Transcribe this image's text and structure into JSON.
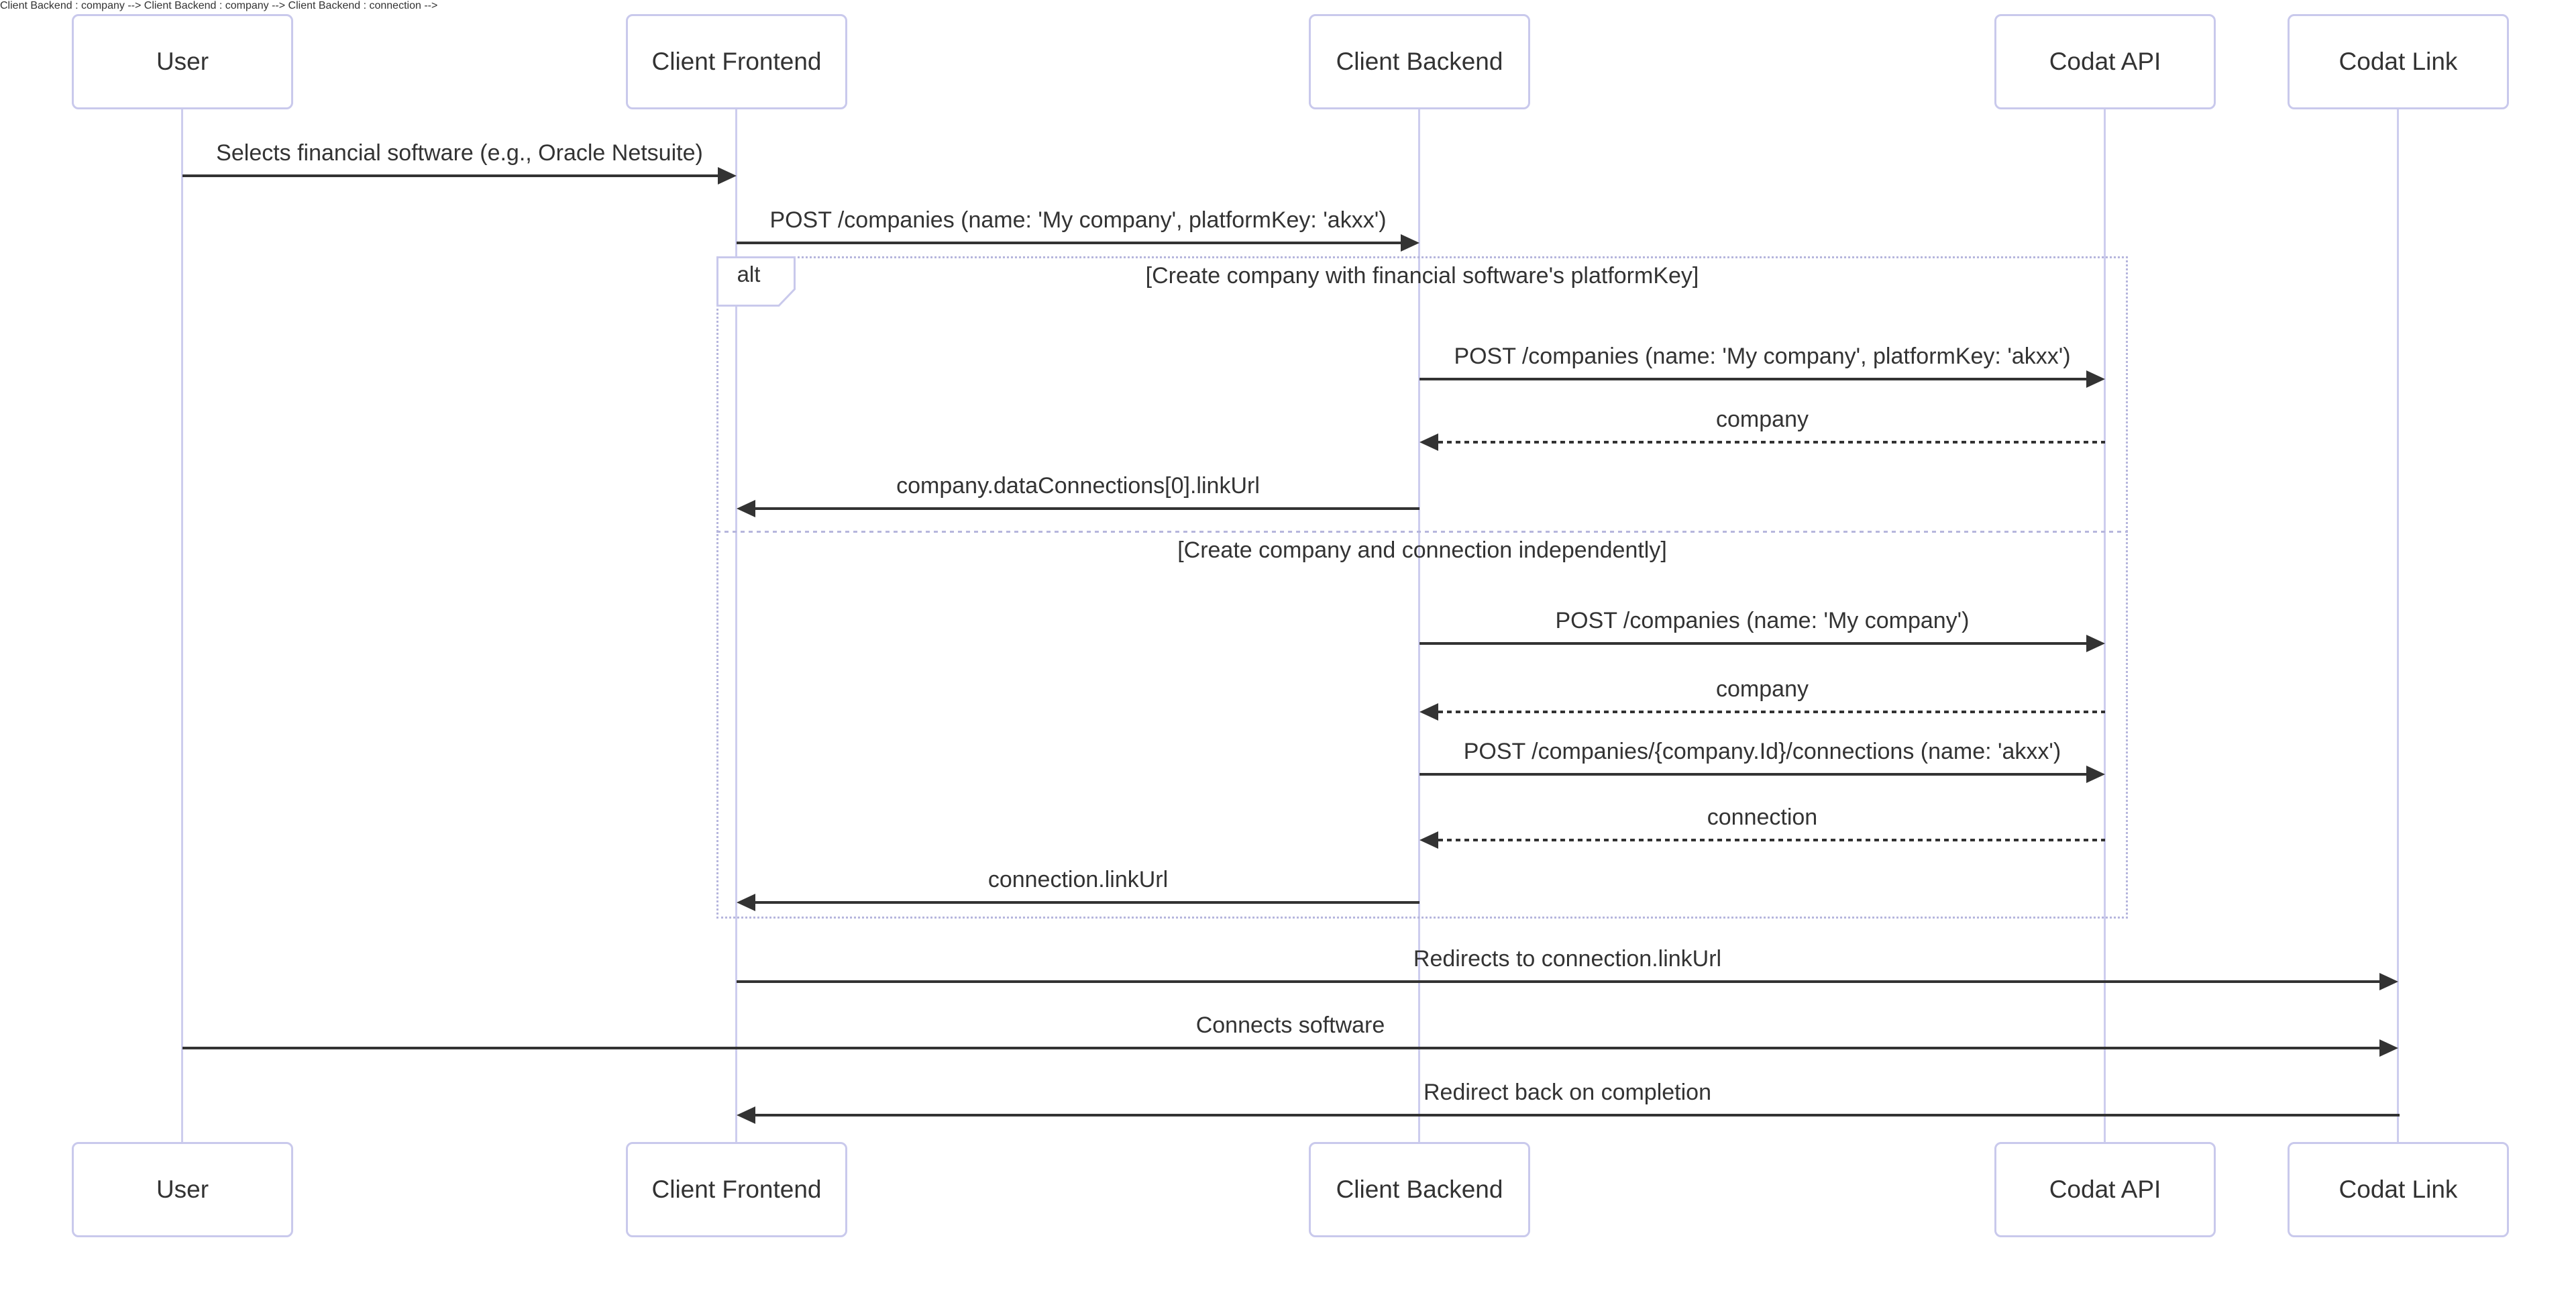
{
  "diagram_type": "sequence-diagram",
  "colors": {
    "background": "#ffffff",
    "actor_border": "#c9c9ec",
    "actor_fill": "#ffffff",
    "lifeline": "#cdcdee",
    "frame_border": "#b6b6dd",
    "arrow": "#333333",
    "text": "#333333"
  },
  "actors": [
    {
      "name": "User"
    },
    {
      "name": "Client Frontend"
    },
    {
      "name": "Client Backend"
    },
    {
      "name": "Codat API"
    },
    {
      "name": "Codat Link"
    }
  ],
  "alt": {
    "operator": "alt",
    "conditions": [
      "[Create company with financial software's platformKey]",
      "[Create company and connection independently]"
    ]
  },
  "messages": [
    {
      "from": "User",
      "to": "Client Frontend",
      "style": "solid",
      "label": "Selects financial software (e.g., Oracle Netsuite)"
    },
    {
      "from": "Client Frontend",
      "to": "Client Backend",
      "style": "solid",
      "label": "POST /companies (name: 'My company', platformKey: 'akxx')"
    },
    {
      "from": "Client Backend",
      "to": "Codat API",
      "style": "solid",
      "branch": 1,
      "label": "POST /companies (name: 'My company', platformKey: 'akxx')"
    },
    {
      "from": "Codat API",
      "to": "Client Backend",
      "style": "dashed",
      "branch": 1,
      "label": "company"
    },
    {
      "from": "Client Backend",
      "to": "Client Frontend",
      "style": "solid",
      "branch": 1,
      "label": "company.dataConnections[0].linkUrl"
    },
    {
      "from": "Client Backend",
      "to": "Codat API",
      "style": "solid",
      "branch": 2,
      "label": "POST /companies (name: 'My company')"
    },
    {
      "from": "Codat API",
      "to": "Client Backend",
      "style": "dashed",
      "branch": 2,
      "label": "company"
    },
    {
      "from": "Client Backend",
      "to": "Codat API",
      "style": "solid",
      "branch": 2,
      "label": "POST /companies/{company.Id}/connections (name: 'akxx')"
    },
    {
      "from": "Codat API",
      "to": "Client Backend",
      "style": "dashed",
      "branch": 2,
      "label": "connection"
    },
    {
      "from": "Client Backend",
      "to": "Client Frontend",
      "style": "solid",
      "branch": 2,
      "label": "connection.linkUrl"
    },
    {
      "from": "Client Frontend",
      "to": "Codat Link",
      "style": "solid",
      "label": "Redirects to connection.linkUrl"
    },
    {
      "from": "User",
      "to": "Codat Link",
      "style": "solid",
      "label": "Connects software"
    },
    {
      "from": "Codat Link",
      "to": "Client Frontend",
      "style": "solid",
      "label": "Redirect back on completion"
    }
  ]
}
